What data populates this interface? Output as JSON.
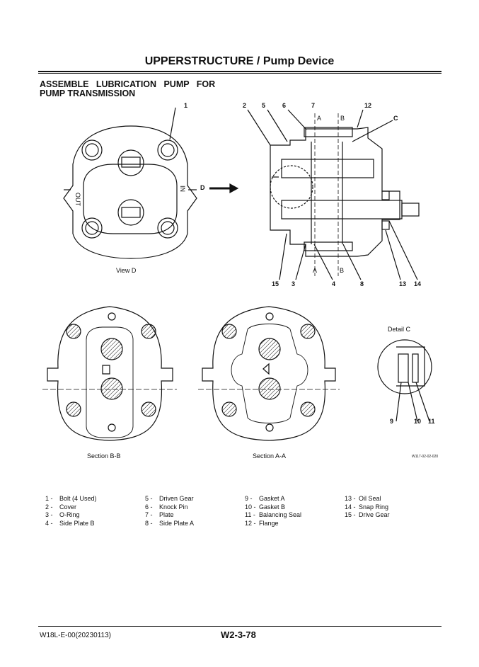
{
  "header": {
    "title": "UPPERSTRUCTURE / Pump Device"
  },
  "section": {
    "heading_line1": "ASSEMBLE   LUBRICATION   PUMP   FOR",
    "heading_line2": "PUMP TRANSMISSION"
  },
  "figure": {
    "callouts_left": [
      "1"
    ],
    "view_d_label": "View D",
    "arrow_label": "D",
    "cross_section": {
      "callouts_top": [
        "2",
        "5",
        "6",
        "7",
        "12"
      ],
      "callouts_bottom": [
        "15",
        "3",
        "4",
        "8",
        "13",
        "14"
      ],
      "section_marks": [
        "A",
        "B",
        "A",
        "B"
      ],
      "detail_marker": "C"
    },
    "section_bb_label": "Section B-B",
    "section_aa_label": "Section A-A",
    "detail_c": {
      "label": "Detail C",
      "callouts": [
        "9",
        "10",
        "11"
      ]
    },
    "figure_code": "W117-02-02-020"
  },
  "legend": [
    {
      "no": "1 -",
      "part": "Bolt (4 Used)"
    },
    {
      "no": "2 -",
      "part": "Cover"
    },
    {
      "no": "3 -",
      "part": "O-Ring"
    },
    {
      "no": "4 -",
      "part": "Side Plate B"
    },
    {
      "no": "5 -",
      "part": "Driven Gear"
    },
    {
      "no": "6 -",
      "part": "Knock Pin"
    },
    {
      "no": "7 -",
      "part": "Plate"
    },
    {
      "no": "8 -",
      "part": "Side Plate A"
    },
    {
      "no": "9 -",
      "part": "Gasket A"
    },
    {
      "no": "10 -",
      "part": "Gasket B"
    },
    {
      "no": "11 -",
      "part": "Balancing Seal"
    },
    {
      "no": "12 -",
      "part": "Flange"
    },
    {
      "no": "13 -",
      "part": "Oil Seal"
    },
    {
      "no": "14 -",
      "part": "Snap Ring"
    },
    {
      "no": "15 -",
      "part": "Drive Gear"
    }
  ],
  "footer": {
    "doc_code": "W18L-E-00(20230113)",
    "page": "W2-3-78"
  }
}
